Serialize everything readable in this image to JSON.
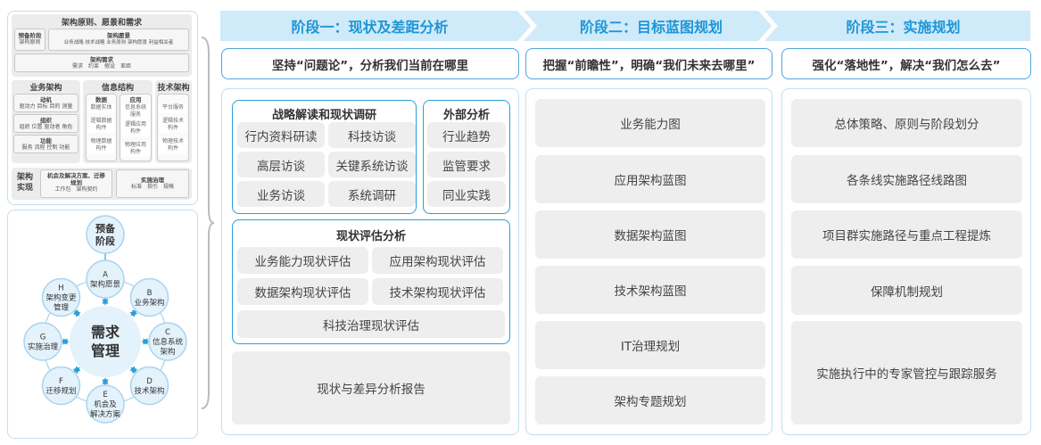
{
  "left_top": {
    "title": "架构原则、愿景和需求",
    "prelim": {
      "title": "预备阶段",
      "text": "架构原则"
    },
    "vision": {
      "title": "架构愿景",
      "text": "业务战略 技术战略 业务原则 架构愿景 利益相关者"
    },
    "req": {
      "title": "架构需求",
      "text": "需求　约束　假设　差距"
    },
    "biz": {
      "title": "业务架构",
      "boxes": [
        {
          "title": "动机",
          "text": "驱动力 目标 目的 测量"
        },
        {
          "title": "组织",
          "text": "组织 位置 驱动者 角色"
        },
        {
          "title": "功能",
          "text": "服务 流程 控制 功能"
        }
      ]
    },
    "info": {
      "title": "信息结构",
      "data": {
        "title": "数据",
        "chips": [
          "数据实体",
          "逻辑数据构件",
          "物理数据构件"
        ]
      },
      "app": {
        "title": "应用",
        "chips": [
          "信息系统服务",
          "逻辑应用构件",
          "物理应用构件"
        ]
      }
    },
    "tech": {
      "title": "技术架构",
      "chips": [
        "平台服务",
        "逻辑技术构件",
        "物理技术构件"
      ]
    },
    "impl": {
      "title": "架构实现",
      "opp": {
        "title": "机会及解决方案、迁移规划",
        "text": "工作包　架构契约"
      },
      "gov": {
        "title": "实施治理",
        "text": "标准　指引　规格"
      }
    }
  },
  "cycle": {
    "center": "需求管理",
    "prelim": "预备阶段",
    "nodes": [
      {
        "letter": "A",
        "label": "架构愿景"
      },
      {
        "letter": "B",
        "label": "业务架构"
      },
      {
        "letter": "C",
        "label": "信息系统架构"
      },
      {
        "letter": "D",
        "label": "技术架构"
      },
      {
        "letter": "E",
        "label": "机会及解决方案"
      },
      {
        "letter": "F",
        "label": "迁移规划"
      },
      {
        "letter": "G",
        "label": "实施治理"
      },
      {
        "letter": "H",
        "label": "架构变更管理"
      }
    ],
    "color": "#2a9fd8"
  },
  "stages": [
    {
      "title": "阶段一：现状及差距分析",
      "subtitle": "坚持“问题论”，分析我们当前在哪里"
    },
    {
      "title": "阶段二：目标蓝图规划",
      "subtitle": "把握“前瞻性”，明确“我们未来去哪里”"
    },
    {
      "title": "阶段三：实施规划",
      "subtitle": "强化“落地性”，解决“我们怎么去”"
    }
  ],
  "stage1": {
    "strategy": {
      "title": "战略解读和现状调研",
      "items": [
        "行内资料研读",
        "科技访谈",
        "高层访谈",
        "关键系统访谈",
        "业务访谈",
        "系统调研"
      ]
    },
    "external": {
      "title": "外部分析",
      "items": [
        "行业趋势",
        "监管要求",
        "同业实践"
      ]
    },
    "assess": {
      "title": "现状评估分析",
      "items": [
        "业务能力现状评估",
        "应用架构现状评估",
        "数据架构现状评估",
        "技术架构现状评估",
        "科技治理现状评估"
      ]
    },
    "report": "现状与差异分析报告"
  },
  "stage2": {
    "items": [
      "业务能力图",
      "应用架构蓝图",
      "数据架构蓝图",
      "技术架构蓝图",
      "IT治理规划",
      "架构专题规划"
    ]
  },
  "stage3": {
    "items": [
      "总体策略、原则与阶段划分",
      "各条线实施路径线路图",
      "项目群实施路径与重点工程提炼",
      "保障机制规划",
      "实施执行中的专家管控与跟踪服务"
    ]
  },
  "colors": {
    "accent": "#2a9fd8",
    "banner": "#cfeaf9",
    "item": "#eeeeee"
  }
}
